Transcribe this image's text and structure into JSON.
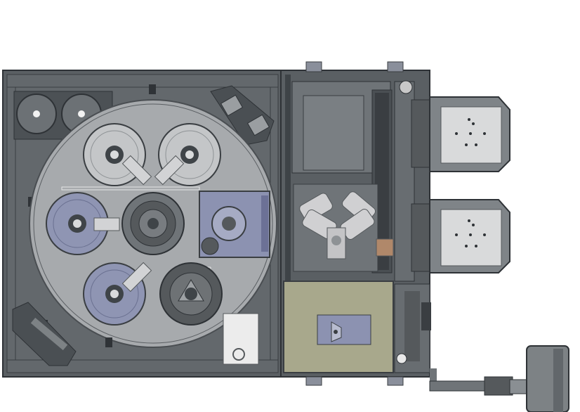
{
  "drawing": {
    "type": "mechanical top-view CAD drawing",
    "colors": {
      "background": "#ffffff",
      "frame": "#5a5f63",
      "frame_dark": "#3e4347",
      "panel": "#6f7478",
      "panel_light": "#8a8f93",
      "turntable": "#a7aaad",
      "disk": "#c4c6c8",
      "disk_hub": "#3f4448",
      "blue_disk": "#8f95b3",
      "blue_box": "#8c92b1",
      "olive_box": "#a8a88c",
      "arm": "#cfcfd1",
      "bracket": "#6c7196"
    },
    "components": [
      "main-frame",
      "turntable",
      "upper-left-disk",
      "upper-right-disk",
      "left-blue-disk",
      "center-hub",
      "lower-left-disk",
      "lower-right-disk",
      "blue-station",
      "robot-arm",
      "olive-module",
      "upper-loadport",
      "lower-loadport",
      "external-cylinder"
    ]
  }
}
